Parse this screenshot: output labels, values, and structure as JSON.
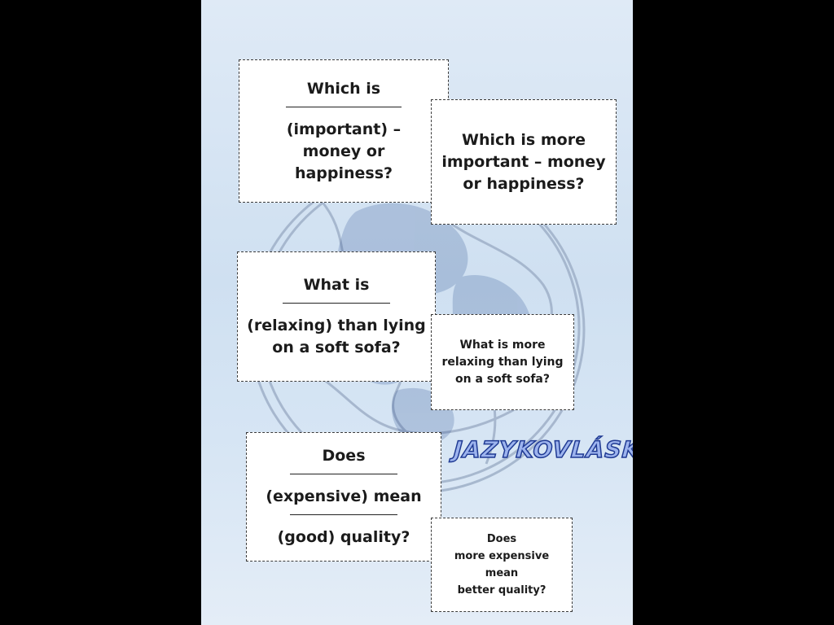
{
  "cards": {
    "q1": {
      "line1": "Which is",
      "line2": "(important) –",
      "line3": "money or",
      "line4": "happiness?"
    },
    "a1": {
      "line1": "Which is more",
      "line2": "important – money",
      "line3": "or happiness?"
    },
    "q2": {
      "line1": "What is",
      "line2": "(relaxing) than lying",
      "line3": "on a soft sofa?"
    },
    "a2": {
      "line1": "What is more",
      "line2": "relaxing than lying",
      "line3": "on a soft sofa?"
    },
    "q3": {
      "line1": "Does",
      "line2": "(expensive) mean",
      "line3": "(good) quality?"
    },
    "a3": {
      "line1": "Does",
      "line2": "more expensive",
      "line3": "mean",
      "line4": "better quality?"
    }
  },
  "brand": {
    "text": "JAZYKOVLÁSKA",
    "logo_icon": "globe-icon"
  },
  "colors": {
    "card_bg": "#ffffff",
    "brand_fill": "#9db4ee",
    "brand_outline": "#1f3a93"
  }
}
